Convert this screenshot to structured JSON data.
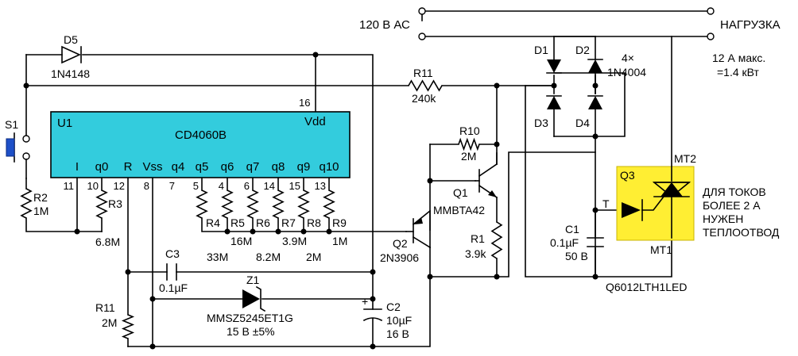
{
  "ac_label": "120 В АС",
  "load_label": "НАГРУЗКА",
  "max_note": [
    "12 А макс.",
    "=1.4 кВт"
  ],
  "u1": {
    "ref": "U1",
    "part": "CD4060B",
    "vdd": "Vdd",
    "pins_top": [
      "I",
      "q0",
      "R",
      "Vss",
      "q4",
      "q5",
      "q6",
      "q7",
      "q8",
      "q9",
      "q10"
    ],
    "pin_numbers": [
      "11",
      "10",
      "12",
      "8",
      "7",
      "5",
      "4",
      "6",
      "14",
      "15",
      "13"
    ],
    "vdd_pin": "16"
  },
  "d5": {
    "ref": "D5",
    "part": "1N4148"
  },
  "s1": {
    "ref": "S1"
  },
  "r2": {
    "ref": "R2",
    "value": "1M"
  },
  "r3": {
    "ref": "R3",
    "value": "6.8M"
  },
  "r11_top": {
    "ref": "R11",
    "value": "240k"
  },
  "r11_bottom": {
    "ref": "R11",
    "value": "2M"
  },
  "r10": {
    "ref": "R10",
    "value": "2M"
  },
  "q1": {
    "ref": "Q1",
    "part": "MMBTA42"
  },
  "q2": {
    "ref": "Q2",
    "part": "2N3906"
  },
  "r1": {
    "ref": "R1",
    "value": "3.9k"
  },
  "r_chain_refs": [
    "R4",
    "R5",
    "R6",
    "R7",
    "R8",
    "R9"
  ],
  "r_chain_values": [
    "33M",
    "16M",
    "8.2M",
    "3.9M",
    "2M",
    "1M"
  ],
  "c3": {
    "ref": "C3",
    "value": "0.1µF"
  },
  "z1": {
    "ref": "Z1",
    "part": "MMSZ5245ET1G",
    "rating": "15 В ±5%"
  },
  "c2": {
    "ref": "C2",
    "value": "10µF",
    "rating": "16 В",
    "plus": "+"
  },
  "bridge": {
    "refs": [
      "D1",
      "D2",
      "D3",
      "D4"
    ],
    "count": "4×",
    "part": "1N4004"
  },
  "c1": {
    "ref": "C1",
    "value": "0.1µF",
    "rating": "50 В"
  },
  "q3": {
    "ref": "Q3",
    "part": "Q6012LTH1LED",
    "mt1": "MT1",
    "mt2": "MT2",
    "t": "T"
  },
  "heatsink_note": [
    "ДЛЯ ТОКОВ",
    "БОЛЕЕ 2 А",
    "НУЖЕН",
    "ТЕПЛООТВОД"
  ],
  "colors": {
    "chip": "#33ccdd",
    "triac_box": "#ffee33",
    "switch": "#1e50c8"
  }
}
